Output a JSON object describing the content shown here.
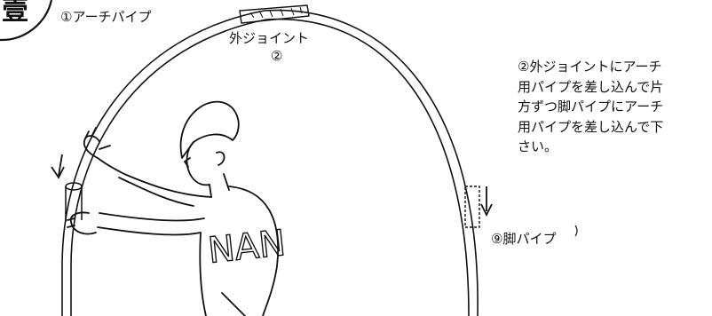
{
  "labels": {
    "arch_pipe": "①アーチパイプ",
    "outer_joint": "外ジョイント",
    "outer_joint_num": "②",
    "leg_pipe": "⑨脚パイプ"
  },
  "instruction": {
    "lines": [
      "②外ジョイントにアーチ",
      "用パイプを差し込んで片",
      "方ずつ脚パイプにアーチ",
      "用パイプを差し込んで下",
      "さい。"
    ]
  },
  "figure": {
    "badge_text": "壹",
    "shirt_text": "NAN"
  },
  "colors": {
    "ink": "#111111",
    "paper": "#ffffff"
  }
}
